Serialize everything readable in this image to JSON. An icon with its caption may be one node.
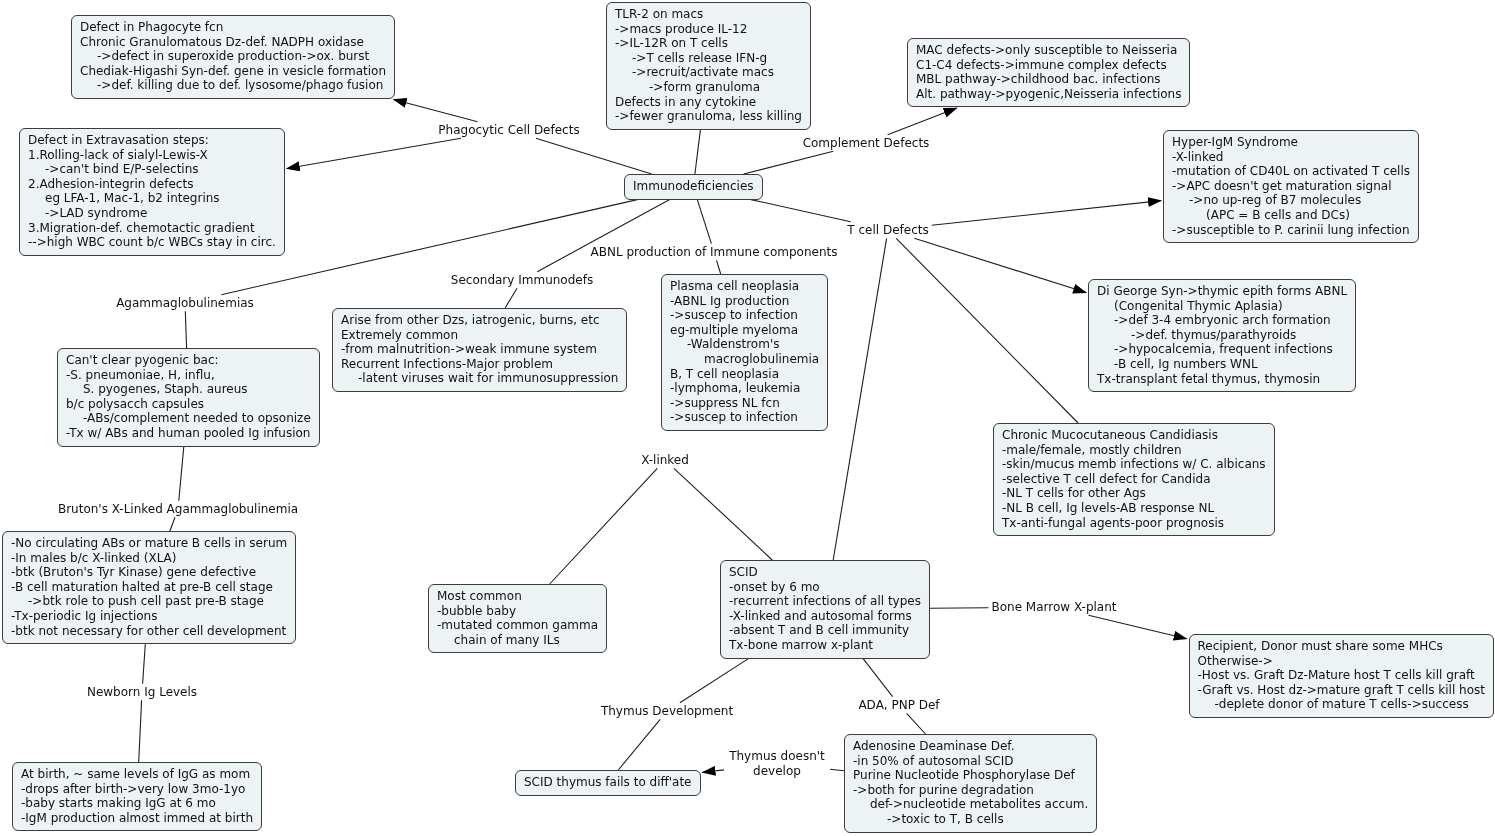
{
  "diagram": {
    "nodes": [
      {
        "text": [
          "TLR-2 on macs",
          "->macs produce IL-12",
          "->IL-12R on T cells",
          "->T cells release IFN-g",
          "->recruit/activate macs",
          "->form granuloma",
          "Defects in any cytokine",
          "->fewer granuloma, less killing"
        ]
      },
      {
        "text": [
          "Defect in Phagocyte fcn",
          "Chronic Granulomatous Dz-def. NADPH oxidase",
          "->defect in superoxide production->ox. burst",
          "Chediak-Higashi Syn-def. gene in vesicle formation",
          "->def. killing due to def. lysosome/phago fusion"
        ]
      },
      {
        "text": [
          "MAC defects->only susceptible to Neisseria",
          "C1-C4 defects->immune complex defects",
          "MBL pathway->childhood bac. infections",
          "Alt. pathway->pyogenic,Neisseria infections"
        ]
      },
      {
        "text": [
          "Defect in Extravasation steps:",
          "1.Rolling-lack of sialyl-Lewis-X",
          "->can't bind E/P-selectins",
          "2.Adhesion-integrin defects",
          "eg LFA-1, Mac-1, b2 integrins",
          "->LAD syndrome",
          "3.Migration-def. chemotactic gradient",
          "-->high WBC count b/c WBCs stay in circ."
        ]
      },
      {
        "text": [
          "Phagocytic Cell Defects"
        ]
      },
      {
        "text": [
          "Hyper-IgM Syndrome",
          "-X-linked",
          "-mutation of CD40L on activated T cells",
          "->APC doesn't get maturation signal",
          "->no up-reg of B7 molecules",
          "(APC = B cells and DCs)",
          "->susceptible to P. carinii lung infection"
        ]
      },
      {
        "text": [
          "Complement Defects"
        ]
      },
      {
        "text": [
          "Immunodeficiencies"
        ]
      },
      {
        "text": [
          "T cell Defects"
        ]
      },
      {
        "text": [
          "ABNL production of Immune components"
        ]
      },
      {
        "text": [
          "Plasma cell neoplasia",
          "-ABNL Ig production",
          "->suscep to infection",
          "eg-multiple myeloma",
          "-Waldenstrom's",
          "macroglobulinemia",
          "B, T cell neoplasia",
          "-lymphoma, leukemia",
          "->suppress NL fcn",
          "->suscep to infection"
        ]
      },
      {
        "text": [
          "Secondary Immunodefs"
        ]
      },
      {
        "text": [
          "Di George Syn->thymic epith forms ABNL",
          "(Congenital Thymic Aplasia)",
          "->def 3-4 embryonic arch formation",
          "->def. thymus/parathyroids",
          "->hypocalcemia, frequent infections",
          "-B cell, Ig numbers WNL",
          "Tx-transplant fetal thymus, thymosin"
        ]
      },
      {
        "text": [
          "Agammaglobulinemias"
        ]
      },
      {
        "text": [
          "Arise from other Dzs, iatrogenic, burns, etc",
          "Extremely common",
          "-from malnutrition->weak immune system",
          "Recurrent Infections-Major problem",
          "-latent viruses wait for immunosuppression"
        ]
      },
      {
        "text": [
          "Can't clear pyogenic bac:",
          "-S. pneumoniae, H, influ,",
          "S. pyogenes, Staph. aureus",
          "b/c polysacch capsules",
          "-ABs/complement needed to opsonize",
          "-Tx w/ ABs and human pooled Ig infusion"
        ]
      },
      {
        "text": [
          "Chronic Mucocutaneous Candidiasis",
          "-male/female, mostly children",
          "-skin/mucus memb infections w/ C. albicans",
          "-selective T cell defect for Candida",
          "-NL T cells for other Ags",
          "-NL B cell, Ig levels-AB response NL",
          "Tx-anti-fungal agents-poor prognosis"
        ]
      },
      {
        "text": [
          "X-linked"
        ]
      },
      {
        "text": [
          "Bruton's X-Linked Agammaglobulinemia"
        ]
      },
      {
        "text": [
          "-No circulating ABs or mature B cells in serum",
          "-In males b/c X-linked (XLA)",
          "-btk (Bruton's Tyr Kinase) gene defective",
          "-B cell maturation halted at pre-B cell stage",
          "->btk role to push cell past pre-B stage",
          "-Tx-periodic Ig injections",
          "-btk not necessary for other cell development"
        ]
      },
      {
        "text": [
          "SCID",
          "-onset by 6 mo",
          "-recurrent infections of all types",
          "-X-linked and autosomal forms",
          "-absent T and B cell immunity",
          "Tx-bone marrow x-plant"
        ]
      },
      {
        "text": [
          "Most common",
          "-bubble baby",
          "-mutated common gamma",
          "chain of many ILs"
        ]
      },
      {
        "text": [
          "Bone Marrow X-plant"
        ]
      },
      {
        "text": [
          "Recipient, Donor must share some MHCs",
          "Otherwise->",
          "-Host vs. Graft Dz-Mature host T cells kill graft",
          "-Graft vs. Host dz->mature graft T cells kill host",
          "-deplete donor of mature T cells->success"
        ]
      },
      {
        "text": [
          "Newborn Ig Levels"
        ]
      },
      {
        "text": [
          "ADA, PNP Def"
        ]
      },
      {
        "text": [
          "Thymus Development"
        ]
      },
      {
        "text": [
          "Adenosine Deaminase Def.",
          "-in 50% of autosomal SCID",
          "Purine Nucleotide Phosphorylase Def",
          "->both for purine degradation",
          "def->nucleotide metabolites accum.",
          "->toxic to T, B cells"
        ]
      },
      {
        "text": [
          "Thymus doesn't develop"
        ]
      },
      {
        "text": [
          "At birth, ~ same levels of IgG as mom",
          "-drops after birth->very low 3mo-1yo",
          "-baby starts making IgG at 6 mo",
          "-IgM production almost immed at birth"
        ]
      },
      {
        "text": [
          "SCID thymus fails to diff'ate"
        ]
      }
    ],
    "edges": [
      {
        "from": 7,
        "to": 4,
        "arrow": "none"
      },
      {
        "from": 4,
        "to": 1,
        "arrow": "to"
      },
      {
        "from": 4,
        "to": 3,
        "arrow": "to"
      },
      {
        "from": 7,
        "to": 0,
        "arrow": "none"
      },
      {
        "from": 7,
        "to": 6,
        "arrow": "none"
      },
      {
        "from": 6,
        "to": 2,
        "arrow": "to"
      },
      {
        "from": 7,
        "to": 8,
        "arrow": "none"
      },
      {
        "from": 8,
        "to": 5,
        "arrow": "to"
      },
      {
        "from": 8,
        "to": 12,
        "arrow": "to"
      },
      {
        "from": 8,
        "to": 16,
        "arrow": "none"
      },
      {
        "from": 8,
        "to": 20,
        "arrow": "none"
      },
      {
        "from": 7,
        "to": 9,
        "arrow": "none"
      },
      {
        "from": 9,
        "to": 10,
        "arrow": "none"
      },
      {
        "from": 7,
        "to": 11,
        "arrow": "none"
      },
      {
        "from": 11,
        "to": 14,
        "arrow": "none"
      },
      {
        "from": 7,
        "to": 13,
        "arrow": "none"
      },
      {
        "from": 13,
        "to": 15,
        "arrow": "none"
      },
      {
        "from": 15,
        "to": 18,
        "arrow": "none"
      },
      {
        "from": 18,
        "to": 19,
        "arrow": "none"
      },
      {
        "from": 19,
        "to": 24,
        "arrow": "none"
      },
      {
        "from": 24,
        "to": 29,
        "arrow": "none"
      },
      {
        "from": 20,
        "to": 17,
        "arrow": "none"
      },
      {
        "from": 17,
        "to": 21,
        "arrow": "none"
      },
      {
        "from": 20,
        "to": 22,
        "arrow": "none"
      },
      {
        "from": 22,
        "to": 23,
        "arrow": "to"
      },
      {
        "from": 20,
        "to": 26,
        "arrow": "none"
      },
      {
        "from": 26,
        "to": 30,
        "arrow": "none"
      },
      {
        "from": 20,
        "to": 25,
        "arrow": "none"
      },
      {
        "from": 25,
        "to": 27,
        "arrow": "none"
      },
      {
        "from": 27,
        "to": 28,
        "arrow": "none"
      },
      {
        "from": 28,
        "to": 30,
        "arrow": "to"
      }
    ]
  }
}
